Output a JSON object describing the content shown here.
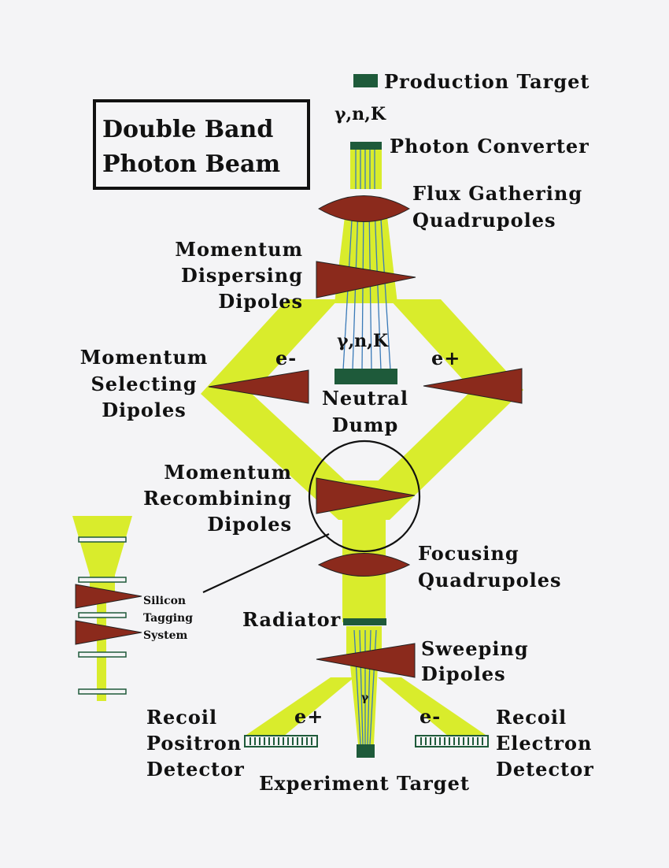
{
  "title": {
    "line1": "Double Band",
    "line2": "Photon Beam"
  },
  "labels": {
    "production_target": "Production Target",
    "gnk_top": "γ,n,K",
    "photon_converter": "Photon Converter",
    "flux_gathering": "Flux Gathering",
    "flux_quadrupoles": "Quadrupoles",
    "dispersing_1": "Momentum",
    "dispersing_2": "Dispersing",
    "dispersing_3": "Dipoles",
    "gnk_mid": "γ,n,K",
    "e_minus_left": "e-",
    "e_plus_right": "e+",
    "selecting_1": "Momentum",
    "selecting_2": "Selecting",
    "selecting_3": "Dipoles",
    "neutral": "Neutral",
    "dump": "Dump",
    "recombining_1": "Momentum",
    "recombining_2": "Recombining",
    "recombining_3": "Dipoles",
    "focusing": "Focusing",
    "focusing_quadrupoles": "Quadrupoles",
    "silicon": "Silicon",
    "tagging": "Tagging",
    "system": "System",
    "radiator": "Radiator",
    "sweeping": "Sweeping",
    "sweeping_dipoles": "Dipoles",
    "gamma_bottom": "γ",
    "e_plus_bottom": "e+",
    "e_minus_bottom": "e-",
    "recoil_left_1": "Recoil",
    "recoil_left_2": "Positron",
    "recoil_left_3": "Detector",
    "recoil_right_1": "Recoil",
    "recoil_right_2": "Electron",
    "recoil_right_3": "Detector",
    "experiment_target": "Experiment Target"
  },
  "colors": {
    "beam": "#d9ec2c",
    "magnet": "#8b2a1c",
    "target": "#1e5a3a",
    "photon_lines": "#3a7ab8",
    "background": "#f4f4f6"
  }
}
